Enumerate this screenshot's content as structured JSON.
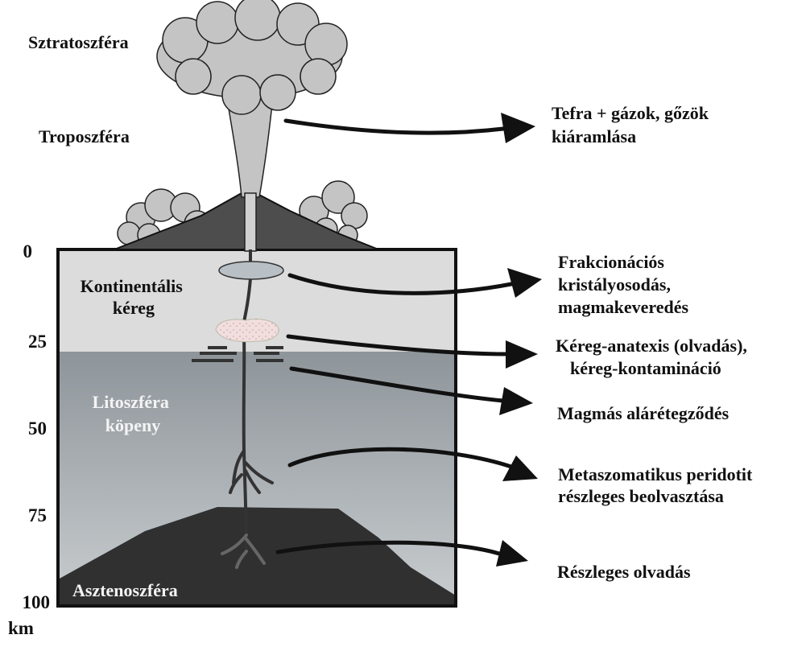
{
  "atmosphere": {
    "stratosphere": "Sztratoszféra",
    "troposphere": "Troposzféra"
  },
  "layers": {
    "crust": [
      "Kontinentális",
      "kéreg"
    ],
    "lithosphere_mantle": [
      "Litoszféra",
      "köpeny"
    ],
    "asthenosphere": "Asztenoszféra"
  },
  "depth_axis": {
    "ticks": [
      "0",
      "25",
      "50",
      "75",
      "100"
    ],
    "unit": "km"
  },
  "processes": [
    [
      "Tefra + gázok, gőzök",
      "kiáramlása"
    ],
    [
      "Frakcionációs",
      "kristályosodás,",
      "magmakeveredés"
    ],
    [
      "Kéreg-anatexis (olvadás),",
      "kéreg-kontamináció"
    ],
    [
      "Magmás alárétegződés"
    ],
    [
      "Metaszomatikus peridotit",
      "részleges beolvasztása"
    ],
    [
      "Részleges olvadás"
    ]
  ],
  "colors": {
    "crust": "#dcdcdc",
    "mantle_top": "#8e959a",
    "mantle_bottom": "#c9cdd0",
    "asthenosphere": "#303030",
    "volcano": "#4d4d4d",
    "plume": "#c4c4c4",
    "magma_chamber": "#b9c0c5",
    "melt_zone": "#f1dede"
  }
}
